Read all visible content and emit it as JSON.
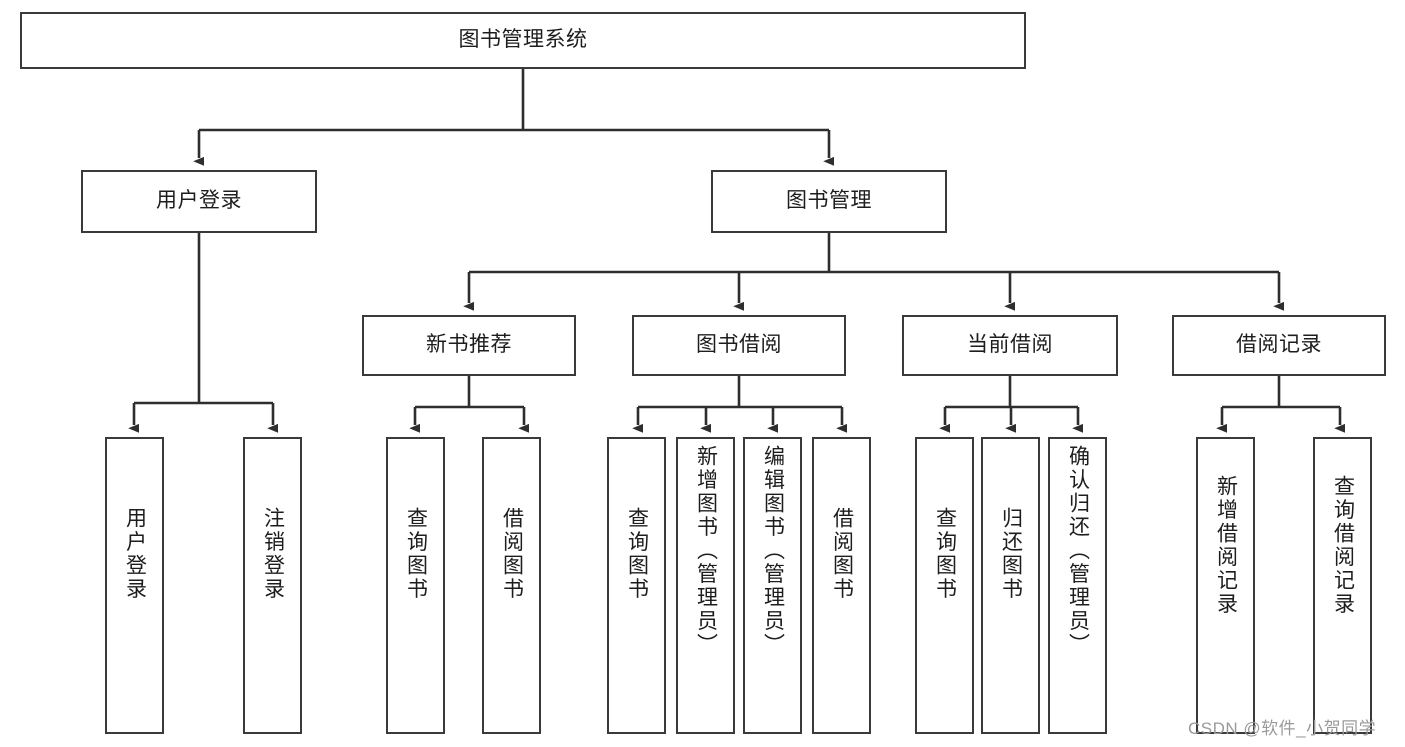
{
  "diagram": {
    "title": "图书管理系统",
    "type": "hierarchy-tree",
    "watermark": "CSDN @软件_小贺同学",
    "colors": {
      "border": "#3a3a3a",
      "background": "#ffffff",
      "text": "#1d1d1d",
      "edge": "#2e2e2e",
      "watermark": "#9a9a9a"
    },
    "nodes": {
      "root": {
        "label": "图书管理系统",
        "level": 1
      },
      "level2": [
        {
          "id": "user-login",
          "label": "用户登录"
        },
        {
          "id": "book-management",
          "label": "图书管理"
        }
      ],
      "level3": [
        {
          "id": "new-book-recommend",
          "label": "新书推荐",
          "parent": "book-management"
        },
        {
          "id": "book-borrow",
          "label": "图书借阅",
          "parent": "book-management"
        },
        {
          "id": "current-borrow",
          "label": "当前借阅",
          "parent": "book-management"
        },
        {
          "id": "borrow-record",
          "label": "借阅记录",
          "parent": "book-management"
        }
      ],
      "leaves": [
        {
          "id": "leaf-user-login",
          "label": "用户登录",
          "parent": "user-login"
        },
        {
          "id": "leaf-logout-login",
          "label": "注销登录",
          "parent": "user-login"
        },
        {
          "id": "leaf-query-book-1",
          "label": "查询图书",
          "parent": "new-book-recommend"
        },
        {
          "id": "leaf-borrow-book-1",
          "label": "借阅图书",
          "parent": "new-book-recommend"
        },
        {
          "id": "leaf-query-book-2",
          "label": "查询图书",
          "parent": "book-borrow"
        },
        {
          "id": "leaf-add-book",
          "label": "新增图书（管理员）",
          "parent": "book-borrow"
        },
        {
          "id": "leaf-edit-book",
          "label": "编辑图书（管理员）",
          "parent": "book-borrow"
        },
        {
          "id": "leaf-borrow-book-2",
          "label": "借阅图书",
          "parent": "book-borrow"
        },
        {
          "id": "leaf-query-book-3",
          "label": "查询图书",
          "parent": "current-borrow"
        },
        {
          "id": "leaf-return-book",
          "label": "归还图书",
          "parent": "current-borrow"
        },
        {
          "id": "leaf-confirm-return",
          "label": "确认归还（管理员）",
          "parent": "current-borrow"
        },
        {
          "id": "leaf-add-record",
          "label": "新增借阅记录",
          "parent": "borrow-record"
        },
        {
          "id": "leaf-query-record",
          "label": "查询借阅记录",
          "parent": "borrow-record"
        }
      ]
    }
  }
}
